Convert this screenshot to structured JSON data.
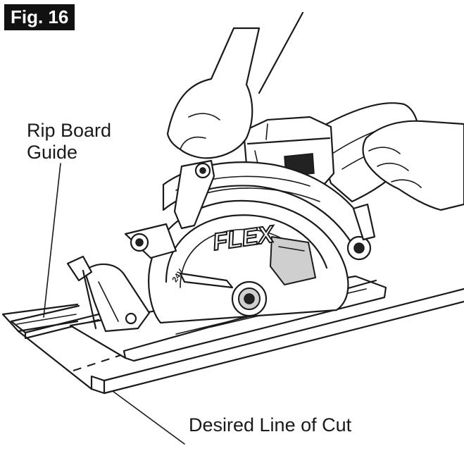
{
  "figure": {
    "label": "Fig. 16"
  },
  "callouts": {
    "rip_board_line1": "Rip Board",
    "rip_board_line2": "Guide",
    "desired_cut": "Desired Line of Cut"
  },
  "tool": {
    "brand": "FLEX",
    "blade_badge": "24V"
  }
}
